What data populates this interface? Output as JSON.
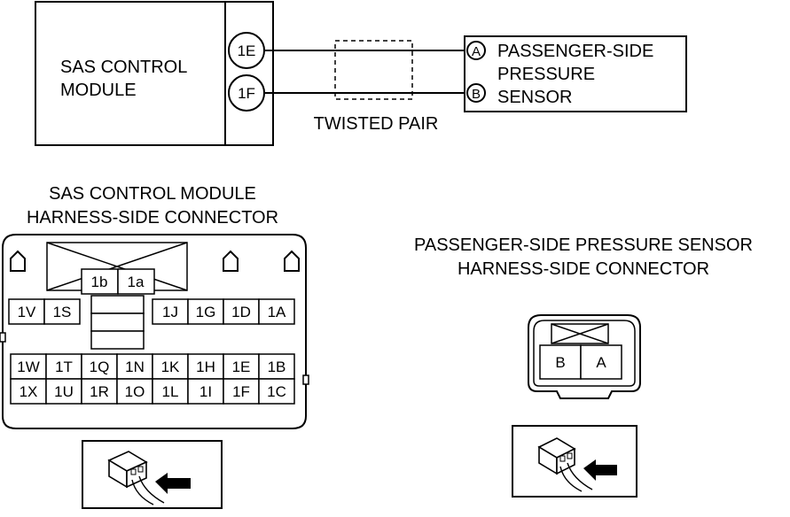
{
  "wiring": {
    "module_label": [
      "SAS CONTROL",
      "MODULE"
    ],
    "module_terminals": [
      "1E",
      "1F"
    ],
    "sensor_pins": [
      "A",
      "B"
    ],
    "sensor_label": [
      "PASSENGER-SIDE",
      "PRESSURE",
      "SENSOR"
    ],
    "twisted_pair_label": "TWISTED PAIR"
  },
  "sas_connector": {
    "title": [
      "SAS CONTROL MODULE",
      "HARNESS-SIDE CONNECTOR"
    ],
    "top_pins": [
      "1b",
      "1a"
    ],
    "row1_left": [
      "1V",
      "1S"
    ],
    "row1_right": [
      "1J",
      "1G",
      "1D",
      "1A"
    ],
    "row2": [
      "1W",
      "1T",
      "1Q",
      "1N",
      "1K",
      "1H",
      "1E",
      "1B"
    ],
    "row3": [
      "1X",
      "1U",
      "1R",
      "1O",
      "1L",
      "1I",
      "1F",
      "1C"
    ]
  },
  "sensor_connector": {
    "title": [
      "PASSENGER-SIDE PRESSURE SENSOR",
      "HARNESS-SIDE CONNECTOR"
    ],
    "pins": [
      "B",
      "A"
    ]
  }
}
